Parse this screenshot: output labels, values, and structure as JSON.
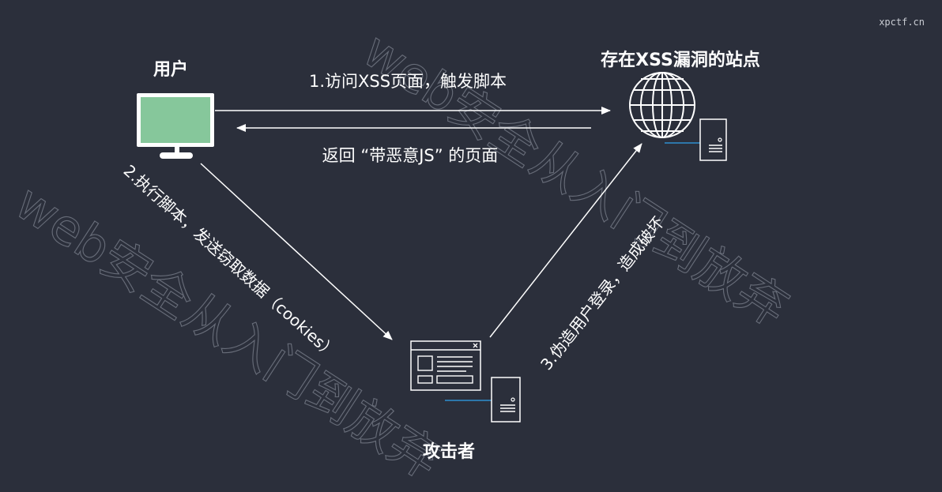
{
  "corner_label": "xpctf.cn",
  "watermark": {
    "text": "web安全从入门到放弃"
  },
  "nodes": {
    "user": {
      "label": "用户"
    },
    "site": {
      "label": "存在XSS漏洞的站点"
    },
    "attacker": {
      "label": "攻击者"
    }
  },
  "edges": {
    "visit": "1.访问XSS页面，触发脚本",
    "return": "返回 “带恶意JS” 的页面",
    "execute": "2.执行脚本，发送窃取数据（cookies）",
    "forge": "3.伪造用户登录，造成破坏"
  },
  "colors": {
    "background": "#2b2f3b",
    "monitor_screen": "#86c79b",
    "monitor_bezel": "#ffffff",
    "server_line": "#2e8fd0"
  },
  "icons": [
    "monitor-icon",
    "globe-icon",
    "server-icon",
    "browser-window-icon"
  ]
}
